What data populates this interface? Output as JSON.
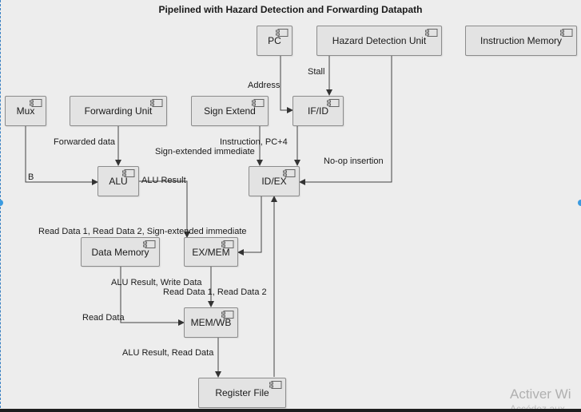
{
  "diagram": {
    "title": "Pipelined with Hazard Detection and Forwarding Datapath",
    "nodes": {
      "pc": "PC",
      "hazard": "Hazard Detection Unit",
      "imem": "Instruction Memory",
      "mux": "Mux",
      "fwd": "Forwarding Unit",
      "sign": "Sign Extend",
      "ifid": "IF/ID",
      "alu": "ALU",
      "idex": "ID/EX",
      "dmem": "Data Memory",
      "exmem": "EX/MEM",
      "memwb": "MEM/WB",
      "regfile": "Register File"
    },
    "edges": {
      "stall": "Stall",
      "address": "Address",
      "forwarded": "Forwarded data",
      "instr": "Instruction, PC+4",
      "signimm": "Sign-extended immediate",
      "noop": "No-op insertion",
      "b": "B",
      "aluresult": "ALU Result",
      "readdata_top": "Read Data 1, Read Data 2, Sign-extended immediate",
      "aluwrite": "ALU Result, Write Data",
      "readdata12": "Read Data 1, Read Data 2",
      "readdata": "Read Data",
      "aluread": "ALU Result, Read Data"
    }
  },
  "watermark": {
    "line1": "Activer Wi",
    "line2": "Accédez aux"
  }
}
